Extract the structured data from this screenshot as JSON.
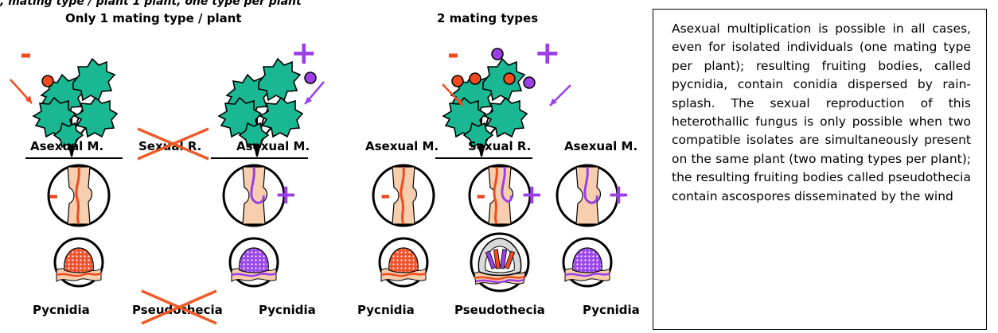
{
  "top_partial_text": ", mating type / plant 1 plant, one type per plant",
  "headers": {
    "one_type": "Only 1 mating type / plant",
    "two_types": "2 mating types"
  },
  "signs": {
    "minus": "-",
    "plus": "+"
  },
  "labels": {
    "asexual_1": "Asexual M.",
    "sexual_1": "Sexual R.",
    "asexual_2": "Asexual M.",
    "asexual_3": "Asexual M.",
    "sexual_2": "Sexual R.",
    "asexual_4": "Asexual M.",
    "pyc_1": "Pycnidia",
    "pseudo_1": "Pseudothecia",
    "pyc_2": "Pycnidia",
    "pyc_3": "Pycnidia",
    "pseudo_2": "Pseudothecia",
    "pyc_4": "Pycnidia"
  },
  "colors": {
    "leaf": "#19b893",
    "minus": "#f04a1e",
    "plus": "#9b3fe8",
    "tissue": "#f8cfae",
    "cross": "#f05a28"
  },
  "description": "Asexual multiplication is possible in all cases, even for isolated individuals (one mating type per plant); resulting fruiting bodies, called pycnidia, contain conidia dispersed by rain-splash. The sexual reproduction of this heterothallic fungus is only possible when two compatible isolates are simultaneously present on the same plant (two mating types per plant); the resulting fruiting bodies called pseudothecia contain ascospores disseminated by the wind"
}
